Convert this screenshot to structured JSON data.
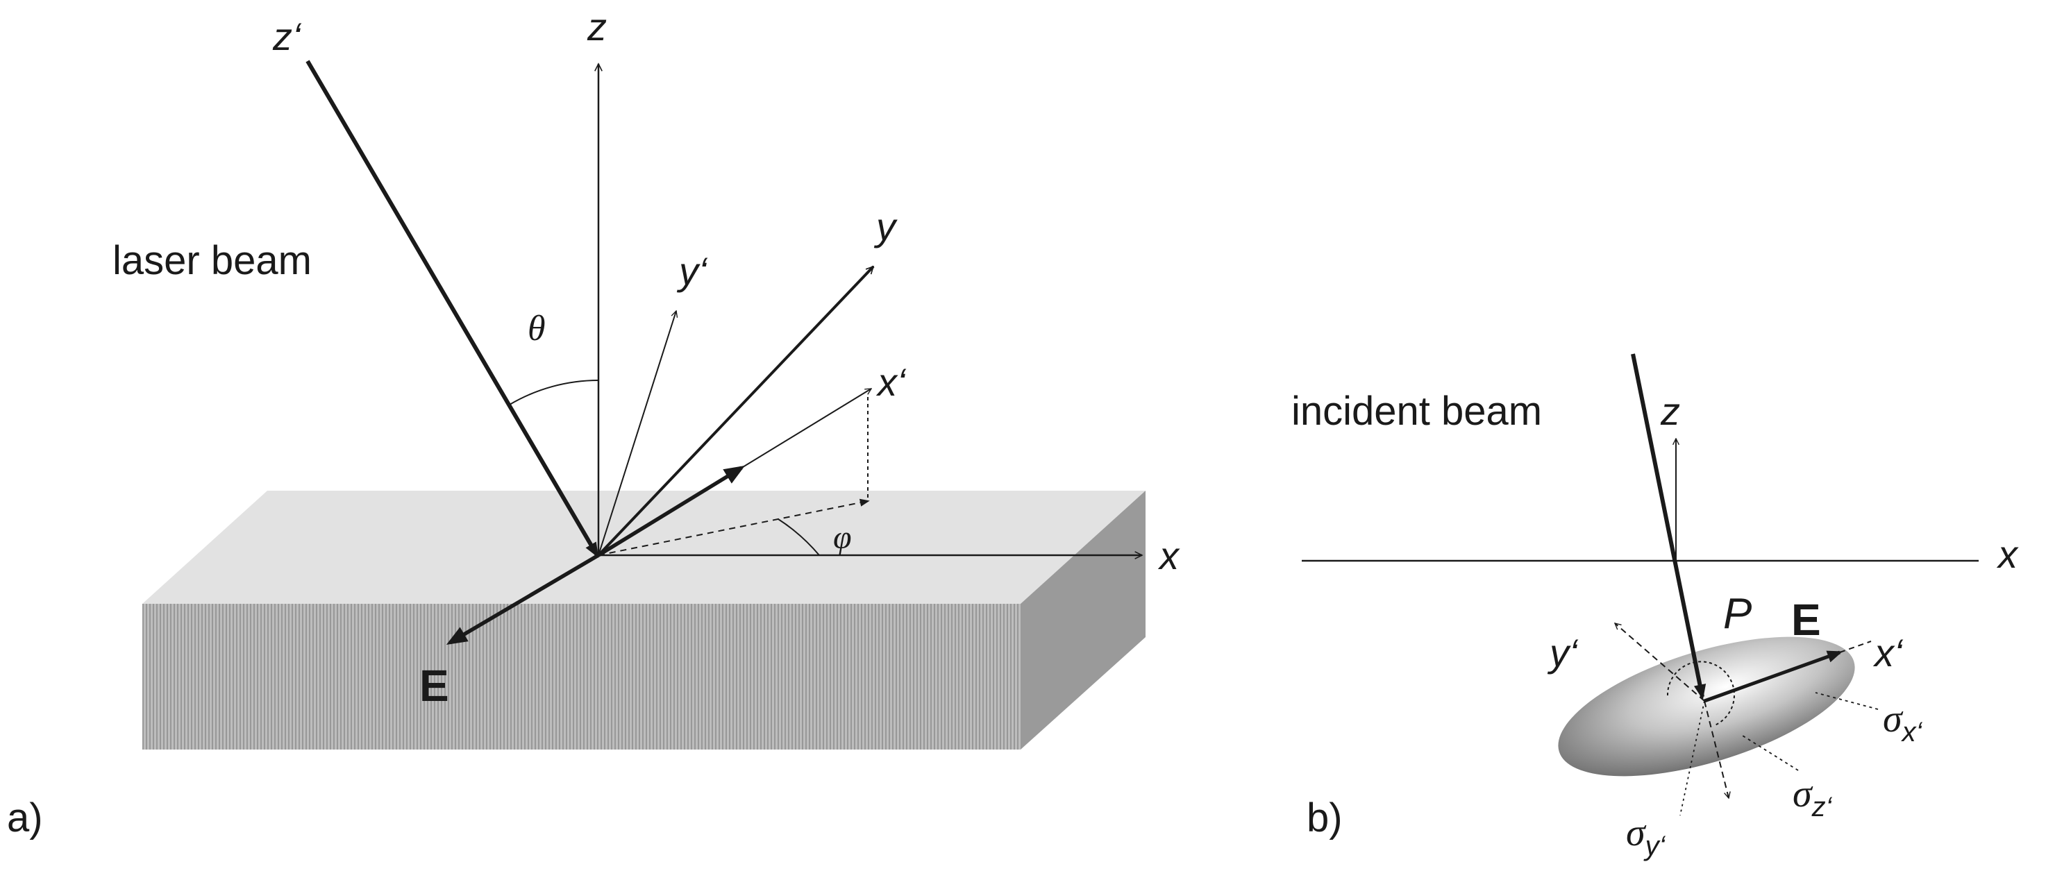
{
  "panel_a": {
    "panel_label": "a)",
    "beam_label": "laser beam",
    "axes": {
      "z_prime": "z‘",
      "z": "z",
      "y": "y",
      "y_prime": "y‘",
      "x_prime": "x‘",
      "x": "x"
    },
    "angles": {
      "theta": "θ",
      "phi": "φ"
    },
    "field_label": "E"
  },
  "panel_b": {
    "panel_label": "b)",
    "beam_label": "incident beam",
    "axes": {
      "z": "z",
      "x": "x",
      "y_prime": "y‘",
      "x_prime": "x‘"
    },
    "point_label": "P",
    "field_label": "E",
    "sigma_symbol": "σ",
    "sigma_x_sub": "x‘",
    "sigma_y_sub": "y‘",
    "sigma_z_sub": "z‘"
  }
}
